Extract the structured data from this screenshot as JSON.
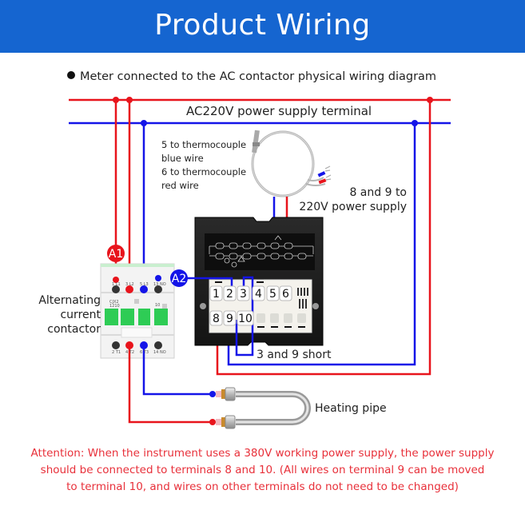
{
  "header": {
    "title": "Product Wiring"
  },
  "subtitle": {
    "bullet_icon": "filled-circle",
    "text": "Meter connected to the AC contactor physical wiring diagram"
  },
  "labels": {
    "power_supply_terminal": "AC220V power supply terminal",
    "thermocouple_line1": "5 to thermocouple",
    "thermocouple_line2": "blue wire",
    "thermocouple_line3": "6 to thermocouple",
    "thermocouple_line4": "red wire",
    "power_line1": "8 and 9 to",
    "power_line2": "220V power supply",
    "contactor_line1": "Alternating",
    "contactor_line2": "current contactor",
    "short": "3 and 9 short",
    "heating_pipe": "Heating pipe"
  },
  "badges": {
    "a1": "A1",
    "a2": "A2"
  },
  "meter": {
    "top_terminals": [
      "1",
      "2",
      "3",
      "4",
      "5",
      "6"
    ],
    "bottom_terminals": [
      "8",
      "9",
      "10"
    ]
  },
  "contactor": {
    "model_line1": "CJX2",
    "model_line2": "1210",
    "aux_label": "10",
    "top_terminal_labels": [
      "1 L1",
      "3 L2",
      "5 L3",
      "13 NO"
    ],
    "bottom_terminal_labels": [
      "2 T1",
      "4 T2",
      "6 T3",
      "14 NO"
    ]
  },
  "attention": {
    "line1": "Attention: When the instrument uses a 380V working power supply, the power supply",
    "line2": "should be connected to terminals 8 and 10. (All wires on terminal 9 can be moved",
    "line3": "to terminal 10, and wires on other terminals do not need to be changed)"
  },
  "colors": {
    "header_bg": "#1565d0",
    "live_wire": "#e8141c",
    "neutral_wire": "#1414e8",
    "attention_text": "#e8303a",
    "contactor_green": "#2ecc55",
    "meter_body": "#1e1e1e"
  }
}
